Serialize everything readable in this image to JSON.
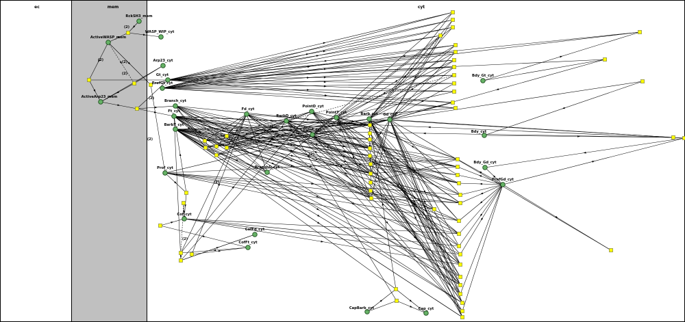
{
  "compartments": [
    {
      "id": "ec",
      "label": "ec",
      "fill": "#ffffff"
    },
    {
      "id": "mem",
      "label": "mem",
      "fill": "#c0c0c0"
    },
    {
      "id": "cyt",
      "label": "cyt",
      "fill": "#ffffff"
    }
  ],
  "species": [
    {
      "id": "RckSH3_mem",
      "label": "RckSH3_mem"
    },
    {
      "id": "WASP_WIP_cyt",
      "label": "WASP_WIP_cyt"
    },
    {
      "id": "ActiveWASP_mem",
      "label": "ActiveWASP_mem"
    },
    {
      "id": "Arp23_cyt",
      "label": "Arp23_cyt"
    },
    {
      "id": "Gt_cyt",
      "label": "Gt_cyt"
    },
    {
      "id": "ProfGt_cyt",
      "label": "ProfGt_cyt"
    },
    {
      "id": "ActiveArp23_mem",
      "label": "ActiveArp23_mem"
    },
    {
      "id": "Branch_cyt",
      "label": "Branch_cyt"
    },
    {
      "id": "Ft_cyt",
      "label": "Ft_cyt"
    },
    {
      "id": "BarbT_cyt",
      "label": "BarbT_cyt"
    },
    {
      "id": "Fd_cyt",
      "label": "Fd_cyt"
    },
    {
      "id": "BarbD_cyt",
      "label": "BarbD_cyt"
    },
    {
      "id": "PointD_cyt",
      "label": "PointD_cyt"
    },
    {
      "id": "PointT_cyt",
      "label": "PointT_cyt"
    },
    {
      "id": "Barb_cyt",
      "label": "Barb_cyt"
    },
    {
      "id": "Gd_cyt",
      "label": "Gd_cyt"
    },
    {
      "id": "Point_cyt",
      "label": "Point_cyt"
    },
    {
      "id": "BranchD_cyt",
      "label": "BranchD_cyt"
    },
    {
      "id": "Bdy_Gt_cyt",
      "label": "Bdy_Gt_cyt"
    },
    {
      "id": "Bdy_cyt",
      "label": "Bdy_cyt"
    },
    {
      "id": "Bdy_Gd_cyt",
      "label": "Bdy_Gd_cyt"
    },
    {
      "id": "ProfGd_cyt",
      "label": "ProfGd_cyt"
    },
    {
      "id": "Prof_cyt",
      "label": "Prof_cyt"
    },
    {
      "id": "Cof_cyt",
      "label": "Cof_cyt"
    },
    {
      "id": "CofFd_cyt",
      "label": "CofFd_cyt"
    },
    {
      "id": "CofFt_cyt",
      "label": "CofFt_cyt"
    },
    {
      "id": "CapBarb_cyt",
      "label": "CapBarb_cyt"
    },
    {
      "id": "Cap_cyt",
      "label": "Cap_cyt"
    }
  ],
  "stoichiometry_labels": [
    "(2)",
    "(2)",
    "(2)",
    "(2)",
    "(2)",
    "(2)",
    "(2)",
    "(2)",
    "(2)",
    "(2)"
  ],
  "colors": {
    "species_fill": "#66b266",
    "species_stroke": "#1e4d1e",
    "reaction_fill": "#ffff00",
    "membrane_fill": "#c0c0c0",
    "edge": "#000000"
  }
}
